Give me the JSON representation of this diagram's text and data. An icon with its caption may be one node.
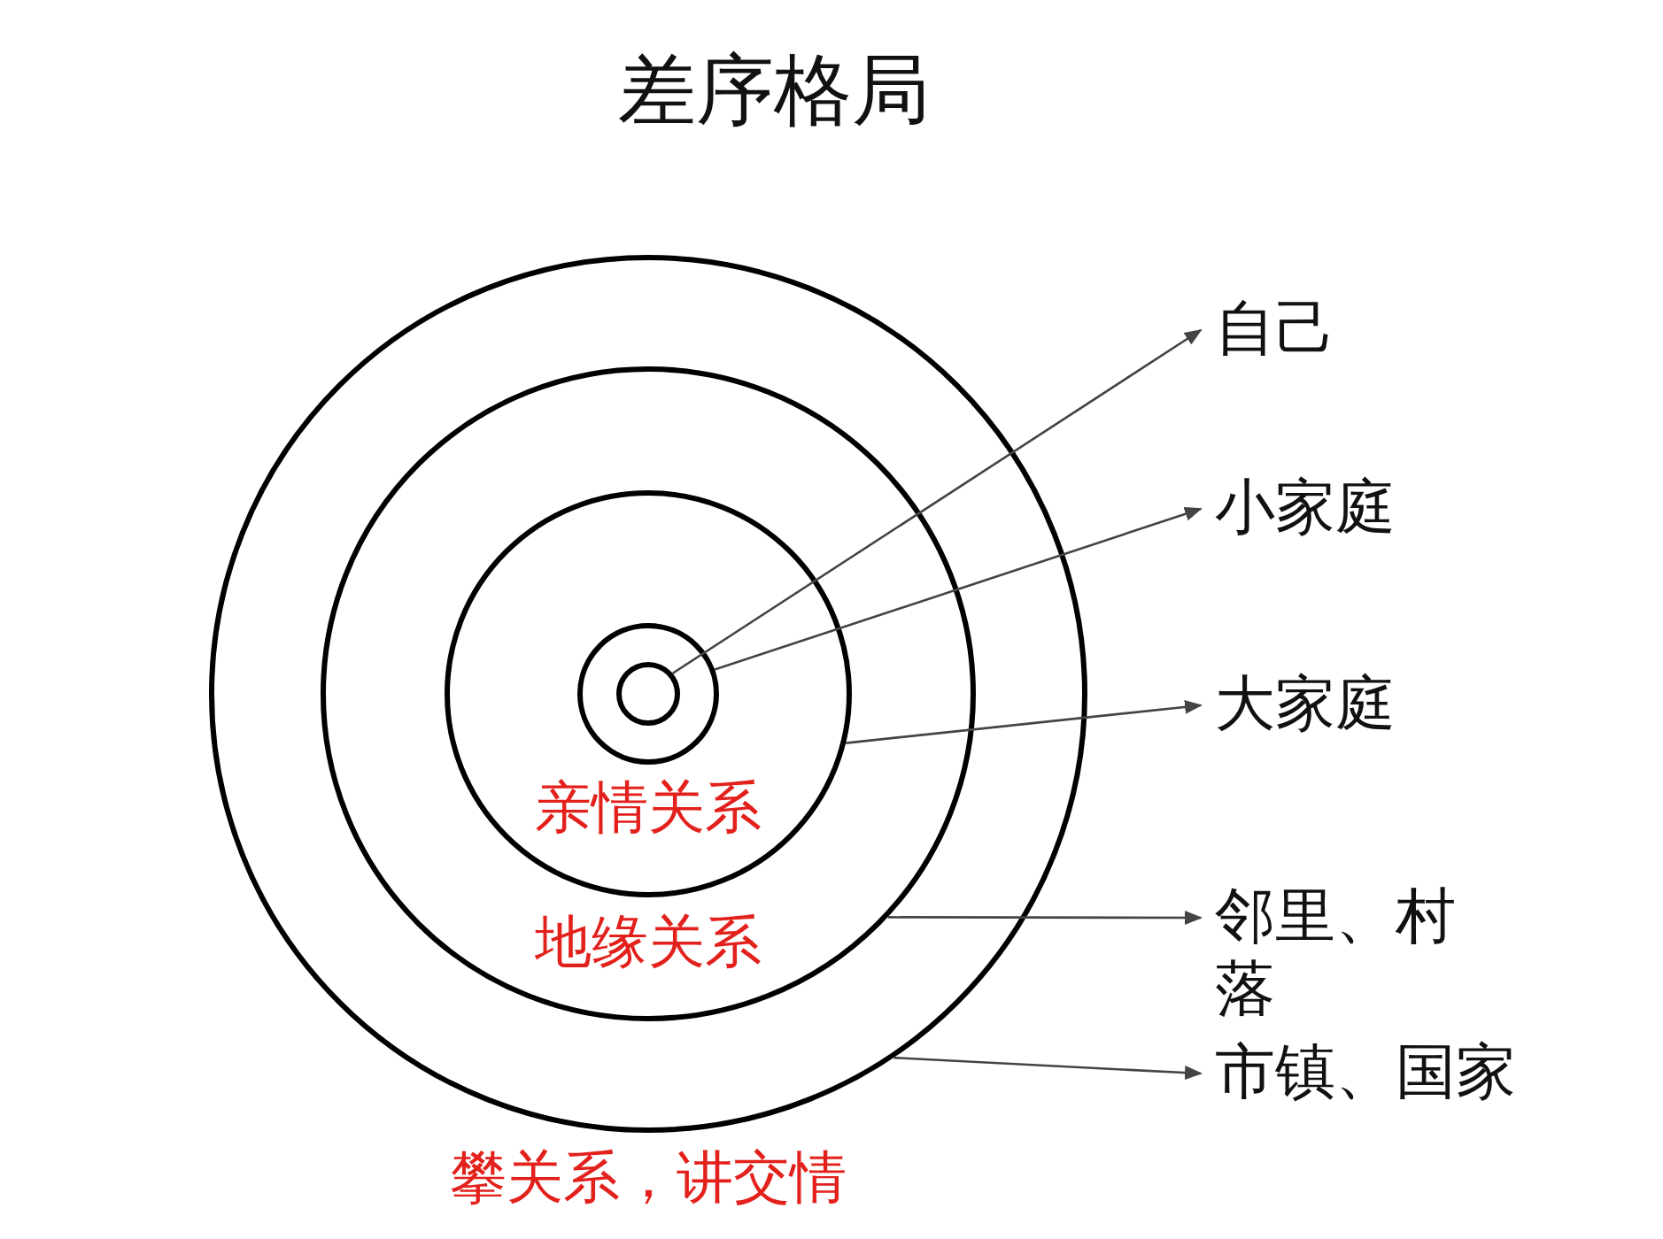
{
  "diagram": {
    "title": "差序格局",
    "nodes": [
      {
        "text": [
          "攀关系，讲交情"
        ]
      },
      {
        "text": [
          "地缘关系"
        ],
        "in": 0
      },
      {
        "text": [
          "亲情关系"
        ],
        "in": 1
      },
      {
        "text": [],
        "shape": "circle",
        "in": 2
      },
      {
        "text": [],
        "shape": "circle",
        "in": 3
      },
      {
        "text": [
          "自己"
        ]
      },
      {
        "text": [
          "小家庭"
        ]
      },
      {
        "text": [
          "大家庭"
        ]
      },
      {
        "text": [
          "邻里、村落"
        ]
      },
      {
        "text": [
          "市镇、国家"
        ]
      }
    ],
    "edges": [
      {
        "from": 4,
        "to": 5,
        "arrow": "to"
      },
      {
        "from": 3,
        "to": 6,
        "arrow": "to"
      },
      {
        "from": 2,
        "to": 7,
        "arrow": "to"
      },
      {
        "from": 1,
        "to": 8,
        "arrow": "to"
      },
      {
        "from": 0,
        "to": 9,
        "arrow": "to"
      }
    ]
  }
}
